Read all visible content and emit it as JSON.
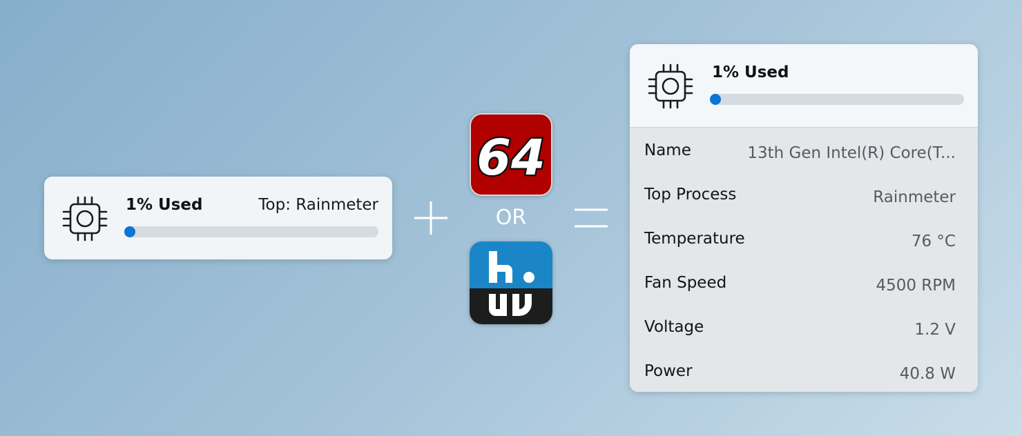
{
  "small_widget": {
    "used_label": "1% Used",
    "top_label": "Top: Rainmeter",
    "usage_percent": 1
  },
  "operators": {
    "plus": "+",
    "or": "OR",
    "equals": "="
  },
  "app_icons": {
    "aida64_text": "64",
    "aida64_color": "#b00000",
    "hwinfo_color": "#1a86c7"
  },
  "large_widget": {
    "used_label": "1% Used",
    "usage_percent": 1,
    "rows": [
      {
        "label": "Name",
        "value": "13th Gen Intel(R) Core(T..."
      },
      {
        "label": "Top Process",
        "value": "Rainmeter"
      },
      {
        "label": "Temperature",
        "value": "76 °C"
      },
      {
        "label": "Fan Speed",
        "value": "4500 RPM"
      },
      {
        "label": "Voltage",
        "value": "1.2 V"
      },
      {
        "label": "Power",
        "value": "40.8 W"
      }
    ]
  },
  "colors": {
    "accent": "#0a74d8",
    "track": "#d5dbe0"
  }
}
